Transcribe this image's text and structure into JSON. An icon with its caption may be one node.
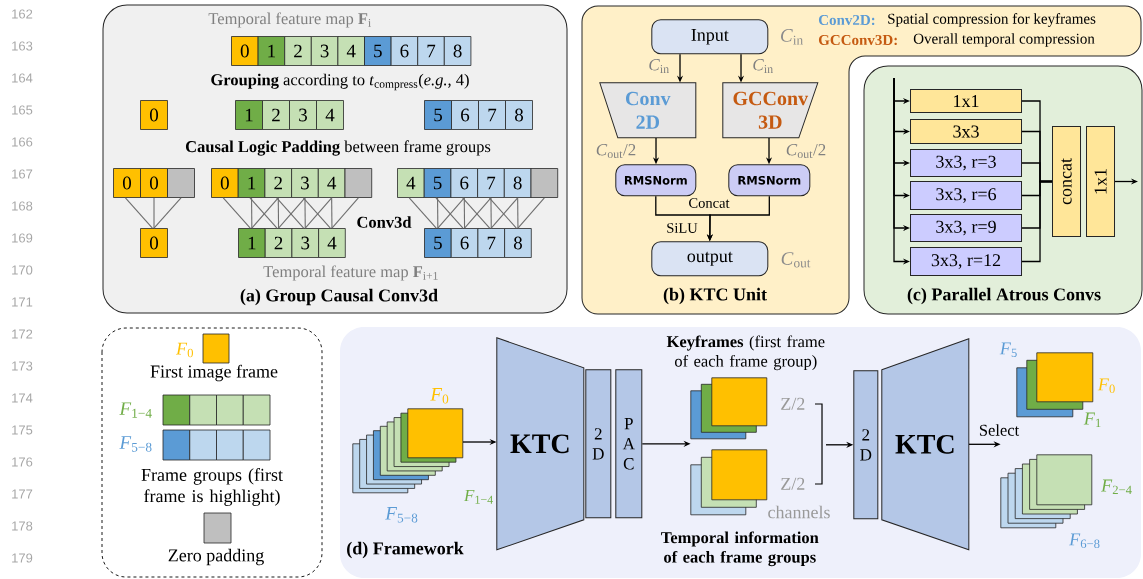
{
  "diagram": {
    "nodes": [
      {
        "text": [
          "(a) Group Causal Conv3d"
        ]
      },
      {
        "text": [
          "0"
        ],
        "in": 0
      },
      {
        "text": [
          "1"
        ],
        "in": 0
      },
      {
        "text": [
          "2"
        ],
        "in": 0
      },
      {
        "text": [
          "3"
        ],
        "in": 0
      },
      {
        "text": [
          "4"
        ],
        "in": 0
      },
      {
        "text": [
          "5"
        ],
        "in": 0
      },
      {
        "text": [
          "6"
        ],
        "in": 0
      },
      {
        "text": [
          "7"
        ],
        "in": 0
      },
      {
        "text": [
          "8"
        ],
        "in": 0
      },
      {
        "text": [
          "0"
        ],
        "in": 0
      },
      {
        "text": [
          "1"
        ],
        "in": 0
      },
      {
        "text": [
          "2"
        ],
        "in": 0
      },
      {
        "text": [
          "3"
        ],
        "in": 0
      },
      {
        "text": [
          "4"
        ],
        "in": 0
      },
      {
        "text": [
          "5"
        ],
        "in": 0
      },
      {
        "text": [
          "6"
        ],
        "in": 0
      },
      {
        "text": [
          "7"
        ],
        "in": 0
      },
      {
        "text": [
          "8"
        ],
        "in": 0
      },
      {
        "text": [
          "0"
        ],
        "in": 0
      },
      {
        "text": [
          "0"
        ],
        "in": 0
      },
      {
        "text": [],
        "shape": "box",
        "in": 0
      },
      {
        "text": [
          "0"
        ],
        "in": 0
      },
      {
        "text": [
          "1"
        ],
        "in": 0
      },
      {
        "text": [
          "2"
        ],
        "in": 0
      },
      {
        "text": [
          "3"
        ],
        "in": 0
      },
      {
        "text": [
          "4"
        ],
        "in": 0
      },
      {
        "text": [],
        "shape": "box",
        "in": 0
      },
      {
        "text": [
          "4"
        ],
        "in": 0
      },
      {
        "text": [
          "5"
        ],
        "in": 0
      },
      {
        "text": [
          "6"
        ],
        "in": 0
      },
      {
        "text": [
          "7"
        ],
        "in": 0
      },
      {
        "text": [
          "8"
        ],
        "in": 0
      },
      {
        "text": [],
        "shape": "box",
        "in": 0
      },
      {
        "text": [
          "0"
        ],
        "in": 0
      },
      {
        "text": [
          "1"
        ],
        "in": 0
      },
      {
        "text": [
          "2"
        ],
        "in": 0
      },
      {
        "text": [
          "3"
        ],
        "in": 0
      },
      {
        "text": [
          "4"
        ],
        "in": 0
      },
      {
        "text": [
          "5"
        ],
        "in": 0
      },
      {
        "text": [
          "6"
        ],
        "in": 0
      },
      {
        "text": [
          "7"
        ],
        "in": 0
      },
      {
        "text": [
          "8"
        ],
        "in": 0
      },
      {
        "text": [
          "(b) KTC Unit"
        ]
      },
      {
        "text": [
          "Input"
        ],
        "in": 43,
        "beside": [
          "*C*$_{in}$"
        ]
      },
      {
        "text": [
          "Conv 2D"
        ],
        "in": 43
      },
      {
        "text": [
          "GCConv 3D"
        ],
        "in": 43
      },
      {
        "text": [
          "RMSNorm"
        ],
        "in": 43
      },
      {
        "text": [
          "RMSNorm"
        ],
        "in": 43
      },
      {
        "text": [
          "output"
        ],
        "in": 43,
        "beside": [
          "*C*$_{out}$"
        ]
      },
      {
        "text": [
          "(c) Parallel Atrous Convs"
        ]
      },
      {
        "text": [
          "1x1"
        ],
        "in": 50
      },
      {
        "text": [
          "3x3"
        ],
        "in": 50
      },
      {
        "text": [
          "3x3, r=3"
        ],
        "in": 50
      },
      {
        "text": [
          "3x3, r=6"
        ],
        "in": 50
      },
      {
        "text": [
          "3x3, r=9"
        ],
        "in": 50
      },
      {
        "text": [
          "3x3, r=12"
        ],
        "in": 50
      },
      {
        "text": [
          "concat"
        ],
        "in": 50
      },
      {
        "text": [
          "1x1"
        ],
        "in": 50
      },
      {
        "text": [
          "(d) Framework"
        ]
      },
      {
        "text": [],
        "shape": "picture",
        "in": 59,
        "beside": [
          "*F*$_{0}$",
          "*F*$_{1−4}$",
          "*F*$_{5−8}$"
        ]
      },
      {
        "text": [
          "KTC"
        ],
        "in": 59
      },
      {
        "text": [
          "2 D"
        ],
        "in": 59
      },
      {
        "text": [
          "P A C"
        ],
        "in": 59
      },
      {
        "text": [],
        "shape": "box",
        "in": 59,
        "beside": [
          "**Keyframes** (first frame of each frame group)",
          "Z/2"
        ]
      },
      {
        "text": [],
        "shape": "box",
        "in": 59,
        "beside": [
          "Z/2",
          "Temporal information of each frame groups"
        ]
      },
      {
        "text": [
          "2 D"
        ],
        "in": 59
      },
      {
        "text": [
          "KTC"
        ],
        "in": 59
      },
      {
        "text": [],
        "shape": "box",
        "in": 59,
        "beside": [
          "*F*$_{5}$",
          "*F*$_{0}$",
          "*F*$_{1}$"
        ]
      },
      {
        "text": [],
        "shape": "picture",
        "in": 59,
        "beside": [
          "*F*$_{2−4}$",
          "*F*$_{6−8}$"
        ]
      }
    ],
    "edges": [
      {
        "from": 19,
        "to": 34,
        "arrow": "none",
        "color": "#6e6e6e"
      },
      {
        "from": 20,
        "to": 34,
        "arrow": "none",
        "color": "#6e6e6e"
      },
      {
        "from": 21,
        "to": 34,
        "arrow": "none",
        "color": "#6e6e6e"
      },
      {
        "from": 22,
        "to": 35,
        "arrow": "none",
        "color": "#6e6e6e"
      },
      {
        "from": 23,
        "to": 35,
        "arrow": "none",
        "color": "#6e6e6e"
      },
      {
        "from": 24,
        "to": 35,
        "arrow": "none",
        "color": "#6e6e6e"
      },
      {
        "from": 23,
        "to": 36,
        "arrow": "none",
        "color": "#6e6e6e"
      },
      {
        "from": 24,
        "to": 36,
        "arrow": "none",
        "color": "#6e6e6e"
      },
      {
        "from": 25,
        "to": 36,
        "arrow": "none",
        "color": "#6e6e6e"
      },
      {
        "from": 24,
        "to": 37,
        "arrow": "none",
        "color": "#6e6e6e"
      },
      {
        "from": 25,
        "to": 37,
        "arrow": "none",
        "color": "#6e6e6e"
      },
      {
        "from": 26,
        "to": 37,
        "arrow": "none",
        "color": "#6e6e6e"
      },
      {
        "from": 25,
        "to": 38,
        "arrow": "none",
        "color": "#6e6e6e"
      },
      {
        "from": 26,
        "to": 38,
        "arrow": "none",
        "color": "#6e6e6e"
      },
      {
        "from": 27,
        "to": 38,
        "arrow": "none",
        "color": "#6e6e6e"
      },
      {
        "from": 28,
        "to": 39,
        "arrow": "none",
        "color": "#6e6e6e"
      },
      {
        "from": 29,
        "to": 39,
        "arrow": "none",
        "color": "#6e6e6e"
      },
      {
        "from": 30,
        "to": 39,
        "arrow": "none",
        "color": "#6e6e6e"
      },
      {
        "from": 29,
        "to": 40,
        "arrow": "none",
        "color": "#6e6e6e"
      },
      {
        "from": 30,
        "to": 40,
        "arrow": "none",
        "color": "#6e6e6e"
      },
      {
        "from": 31,
        "to": 40,
        "arrow": "none",
        "color": "#6e6e6e"
      },
      {
        "from": 30,
        "to": 41,
        "arrow": "none",
        "color": "#6e6e6e"
      },
      {
        "from": 31,
        "to": 41,
        "arrow": "none",
        "color": "#6e6e6e"
      },
      {
        "from": 32,
        "to": 41,
        "arrow": "none",
        "color": "#6e6e6e"
      },
      {
        "from": 31,
        "to": 42,
        "arrow": "none",
        "color": "#6e6e6e"
      },
      {
        "from": 32,
        "to": 42,
        "arrow": "none",
        "color": "#6e6e6e"
      },
      {
        "from": 33,
        "to": 42,
        "arrow": "none",
        "color": "#6e6e6e"
      },
      {
        "from": 44,
        "to": 45,
        "arrow": "to",
        "label": "*C*$_{in}$",
        "color": "#000000"
      },
      {
        "from": 44,
        "to": 46,
        "arrow": "to",
        "label": "*C*$_{in}$",
        "color": "#000000"
      },
      {
        "from": 45,
        "to": 47,
        "arrow": "to",
        "label": "*C*$_{out}$/2",
        "color": "#000000"
      },
      {
        "from": 46,
        "to": 48,
        "arrow": "to",
        "label": "*C*$_{out}$/2",
        "color": "#000000"
      },
      {
        "from": 47,
        "to": 49,
        "arrow": "to",
        "color": "#000000"
      },
      {
        "from": 48,
        "to": 49,
        "arrow": "to",
        "color": "#000000"
      },
      {
        "from": null,
        "to": 51,
        "arrow": "to",
        "color": "#000000"
      },
      {
        "from": null,
        "to": 52,
        "arrow": "to",
        "color": "#000000"
      },
      {
        "from": null,
        "to": 53,
        "arrow": "to",
        "color": "#000000"
      },
      {
        "from": null,
        "to": 54,
        "arrow": "to",
        "color": "#000000"
      },
      {
        "from": null,
        "to": 55,
        "arrow": "to",
        "color": "#000000"
      },
      {
        "from": null,
        "to": 56,
        "arrow": "to",
        "color": "#000000"
      },
      {
        "from": 51,
        "to": 57,
        "arrow": "none",
        "color": "#000000"
      },
      {
        "from": 52,
        "to": 57,
        "arrow": "none",
        "color": "#000000"
      },
      {
        "from": 53,
        "to": 57,
        "arrow": "none",
        "color": "#000000"
      },
      {
        "from": 54,
        "to": 57,
        "arrow": "none",
        "color": "#000000"
      },
      {
        "from": 55,
        "to": 57,
        "arrow": "none",
        "color": "#000000"
      },
      {
        "from": 56,
        "to": 57,
        "arrow": "none",
        "color": "#000000"
      },
      {
        "from": 58,
        "to": null,
        "arrow": "to",
        "color": "#000000"
      },
      {
        "from": 60,
        "to": 61,
        "arrow": "to",
        "color": "#000000"
      },
      {
        "from": 63,
        "to": 64,
        "arrow": "to",
        "color": "#000000"
      },
      {
        "from": null,
        "to": 66,
        "arrow": "to",
        "color": "#000000"
      },
      {
        "from": 67,
        "to": 69,
        "arrow": "to",
        "label": "Select",
        "color": "#000000"
      }
    ],
    "labels": [
      "Temporal feature map **F**$_{i}$",
      "**Grouping** according to *t*$_{compress}$(*e.g.*, 4)",
      "**Causal Logic Padding** between frame groups",
      "Conv3d",
      "Temporal feature map **F**$_{i+1}$",
      "Conv2D:",
      "Spatial compression for keyframes",
      "GCConv3D:",
      "Overall temporal compression",
      "Concat",
      "SiLU",
      "*F*$_{0}$",
      "*F*$_{1−4}$",
      "*F*$_{5−8}$",
      "channels",
      "162",
      "163",
      "164",
      "165",
      "166",
      "167",
      "168",
      "169",
      "170",
      "171",
      "172",
      "173",
      "174",
      "175",
      "176",
      "177",
      "178",
      "179"
    ],
    "legend": [
      {
        "text": "First image frame",
        "color": "#ffc000"
      },
      {
        "text": "Frame groups (first frame is highlight)"
      },
      {
        "text": "Zero padding",
        "color": "#bfbfbf"
      }
    ]
  }
}
